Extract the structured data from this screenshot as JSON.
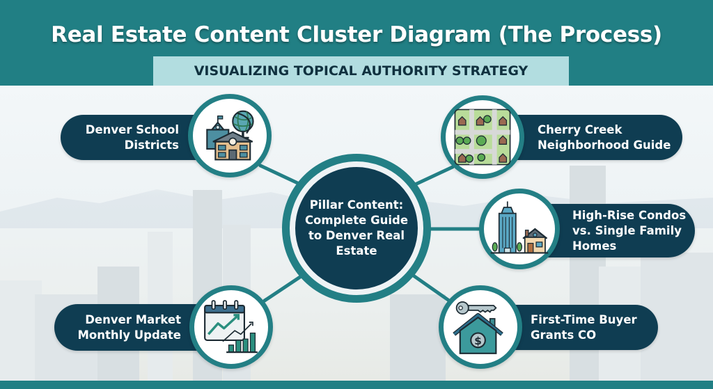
{
  "header": {
    "title": "Real Estate Content Cluster Diagram (The Process)",
    "subtitle": "VISUALIZING TOPICAL AUTHORITY STRATEGY"
  },
  "pillar": {
    "label": "Pillar Content: Complete Guide to Denver Real Estate"
  },
  "clusters": [
    {
      "id": "schools",
      "label": "Denver School Districts",
      "icon": "school-globe-icon",
      "position": "top-left"
    },
    {
      "id": "cherry-creek",
      "label": "Cherry Creek Neighborhood Guide",
      "icon": "neighborhood-map-icon",
      "position": "top-right"
    },
    {
      "id": "condos",
      "label": "High-Rise Condos vs. Single Family Homes",
      "icon": "highrise-house-icon",
      "position": "middle-right"
    },
    {
      "id": "market",
      "label": "Denver Market Monthly Update",
      "icon": "calendar-chart-icon",
      "position": "bottom-left"
    },
    {
      "id": "grants",
      "label": "First-Time Buyer Grants CO",
      "icon": "key-house-dollar-icon",
      "position": "bottom-right"
    }
  ],
  "colors": {
    "teal": "#217f84",
    "navy": "#0f3d52",
    "subtitle_bg": "#b2dde0",
    "background": "#eef3f4"
  }
}
